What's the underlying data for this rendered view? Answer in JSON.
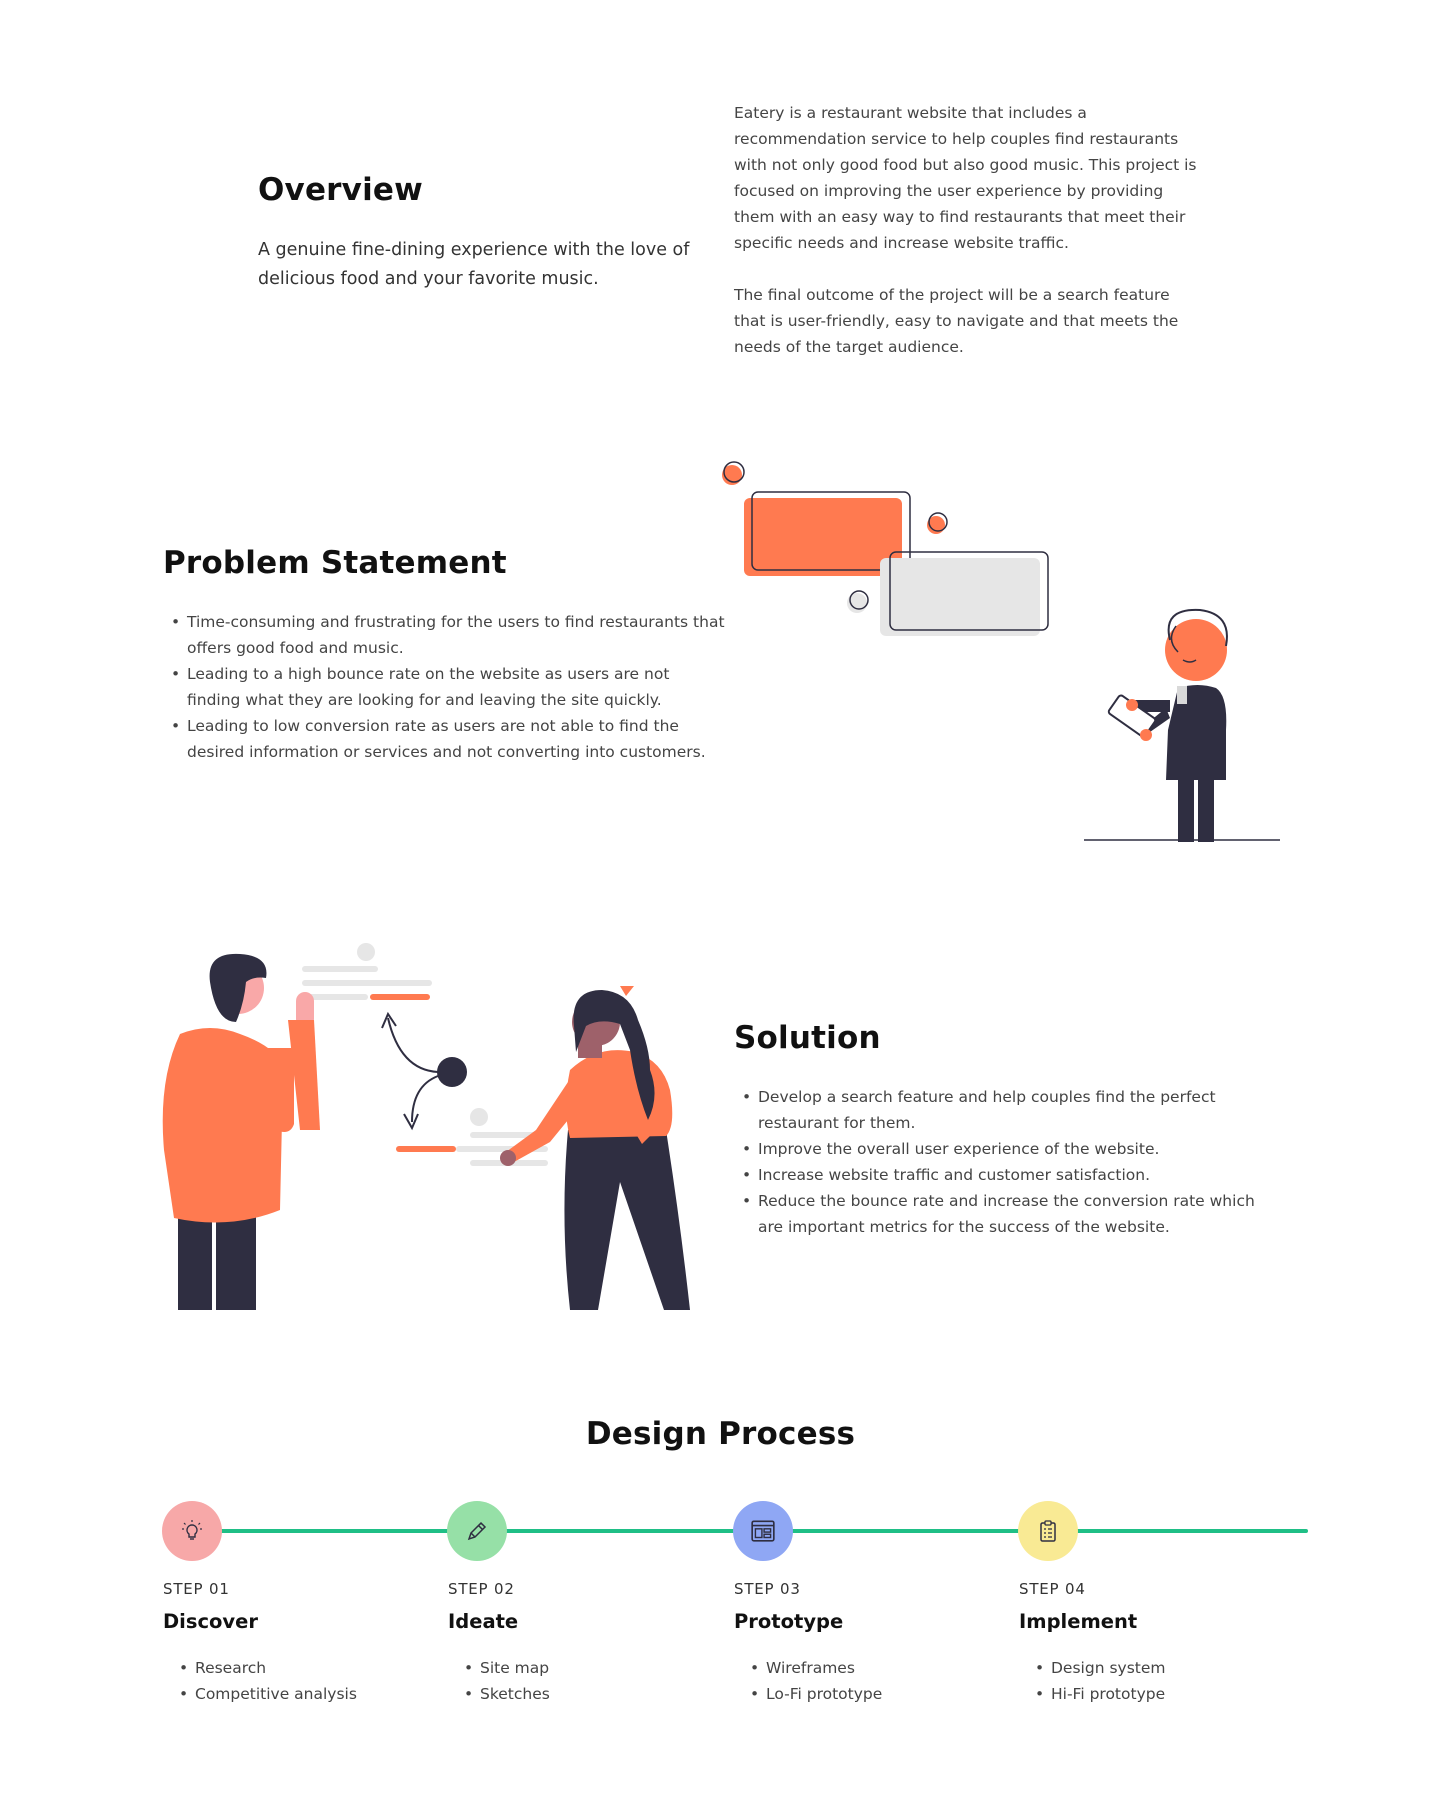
{
  "overview": {
    "title": "Overview",
    "lead": "A genuine fine-dining experience with the love of delicious food and your favorite music.",
    "paragraphs": [
      "Eatery is a restaurant website that includes a recommendation service to help couples find restaurants with not only good food but also good music. This project is focused on improving the user experience by providing them with an easy way to find restaurants that meet their specific needs and increase website traffic.",
      "The final outcome of the project will be a search feature that is user-friendly, easy to navigate and that meets the needs of the target audience."
    ]
  },
  "problem": {
    "title": "Problem Statement",
    "bullets": [
      "Time-consuming and frustrating for the users to find restaurants that offers good food and music.",
      "Leading to a high bounce rate on the website as users are not finding what they are looking for and leaving the site quickly.",
      "Leading to low conversion rate as users are not able to find the desired information or services and not converting into customers."
    ]
  },
  "solution": {
    "title": "Solution",
    "bullets": [
      "Develop a search feature and help couples find the perfect restaurant for them.",
      "Improve the overall user experience of the website.",
      "Increase website traffic and customer satisfaction.",
      "Reduce the bounce rate and increase the conversion rate which are important metrics for the success of the website."
    ]
  },
  "design_process": {
    "title": "Design Process",
    "steps": [
      {
        "label": "STEP 01",
        "title": "Discover",
        "icon": "lightbulb-icon",
        "color": "#f7a8a8",
        "items": [
          "Research",
          "Competitive analysis"
        ]
      },
      {
        "label": "STEP 02",
        "title": "Ideate",
        "icon": "pencil-icon",
        "color": "#96e0a7",
        "items": [
          "Site map",
          "Sketches"
        ]
      },
      {
        "label": "STEP 03",
        "title": "Prototype",
        "icon": "layout-icon",
        "color": "#8fa7f4",
        "items": [
          "Wireframes",
          "Lo-Fi prototype"
        ]
      },
      {
        "label": "STEP 04",
        "title": "Implement",
        "icon": "clipboard-icon",
        "color": "#f9ea94",
        "items": [
          "Design system",
          "Hi-Fi prototype"
        ]
      }
    ]
  },
  "colors": {
    "accent": "#ff7a50",
    "dark": "#2f2e41",
    "timeline": "#1fbf86",
    "light_gray": "#e6e6e6"
  }
}
